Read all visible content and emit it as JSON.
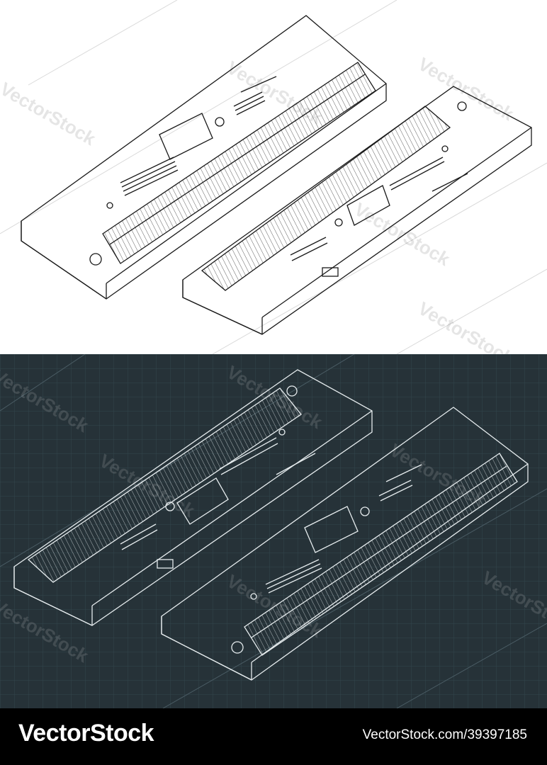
{
  "footer": {
    "brand": "VectorStock",
    "url": "VectorStock.com/39397185"
  },
  "watermark": {
    "text": "VectorStock"
  },
  "colors": {
    "top_background": "#ffffff",
    "top_line": "#1a1a1a",
    "bottom_background": "#263238",
    "bottom_line": "#e6ecee",
    "bottom_grid": "#33454d",
    "footer_background": "#000000"
  },
  "illustration": {
    "subject": "digital piano keyboards",
    "style": "isometric technical drawing"
  }
}
